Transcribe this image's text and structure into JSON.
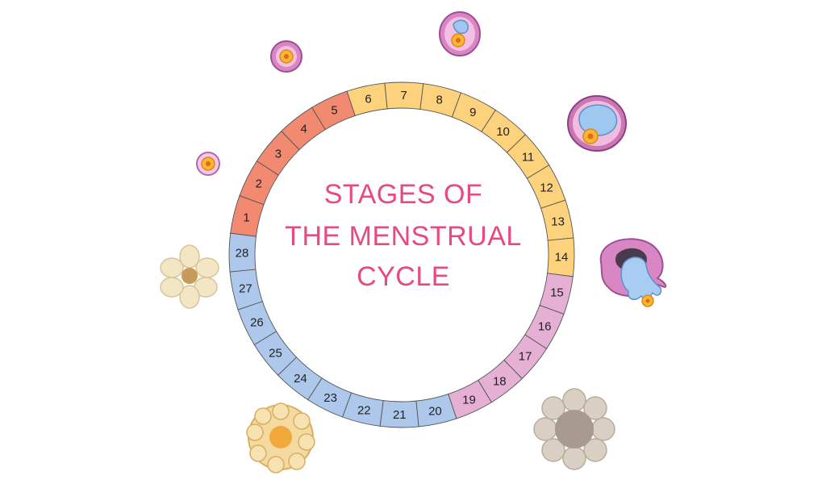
{
  "title": {
    "line1": "STAGES OF",
    "line2": "THE MENSTRUAL",
    "line3": "CYCLE"
  },
  "days": [
    "1",
    "2",
    "3",
    "4",
    "5",
    "6",
    "7",
    "8",
    "9",
    "10",
    "11",
    "12",
    "13",
    "14",
    "15",
    "16",
    "17",
    "18",
    "19",
    "20",
    "21",
    "22",
    "23",
    "24",
    "25",
    "26",
    "27",
    "28"
  ],
  "phase_colors": {
    "menstruation": "#f28a72",
    "follicular": "#fdd27d",
    "ovulation_luteal": "#e5b0d4",
    "luteal_late": "#aec8ec"
  },
  "illustrations": [
    "follicle-icon",
    "primary-follicle-icon",
    "secondary-follicle-icon",
    "mature-follicle-icon",
    "ovulation-icon",
    "corpus-luteum-icon",
    "corpus-luteum-yellow-icon",
    "corpus-albicans-icon"
  ]
}
